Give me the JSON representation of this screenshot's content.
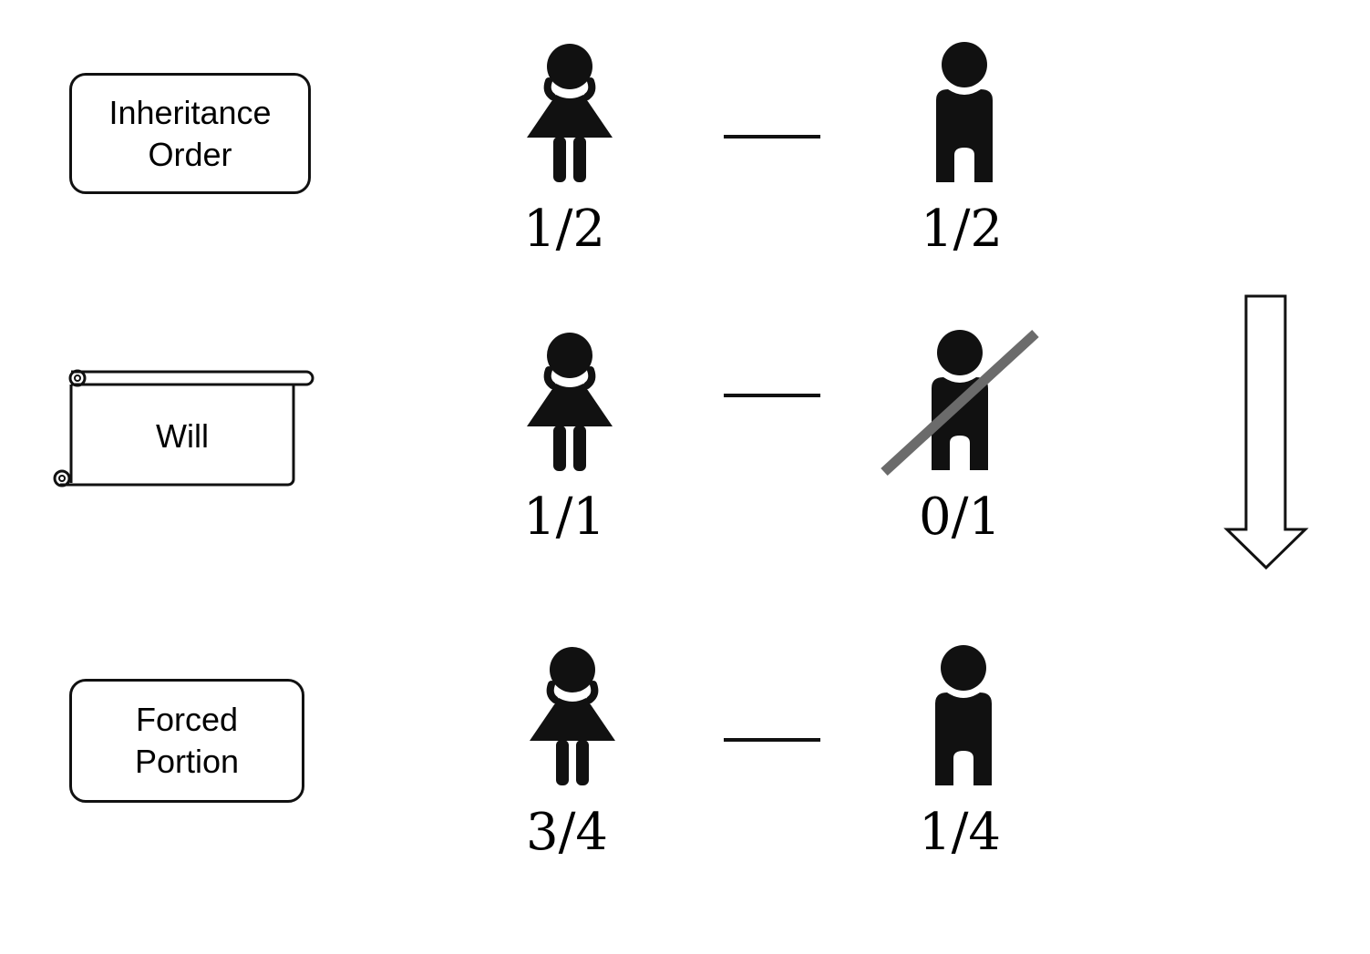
{
  "rows": [
    {
      "label_lines": [
        "Inheritance",
        "Order"
      ],
      "shares": {
        "female": "1/2",
        "male": "1/2"
      },
      "male_excluded": false
    },
    {
      "label": "Will",
      "shares": {
        "female": "1/1",
        "male": "0/1"
      },
      "male_excluded": true
    },
    {
      "label_lines": [
        "Forced",
        "Portion"
      ],
      "shares": {
        "female": "3/4",
        "male": "1/4"
      },
      "male_excluded": false
    }
  ],
  "icons": {
    "female": "female-person-icon",
    "male": "male-person-icon",
    "scroll": "scroll-document-icon",
    "arrow": "down-arrow-icon",
    "exclusion": "strikethrough-icon"
  },
  "colors": {
    "ink": "#111111",
    "strike": "#6b6b6b"
  }
}
